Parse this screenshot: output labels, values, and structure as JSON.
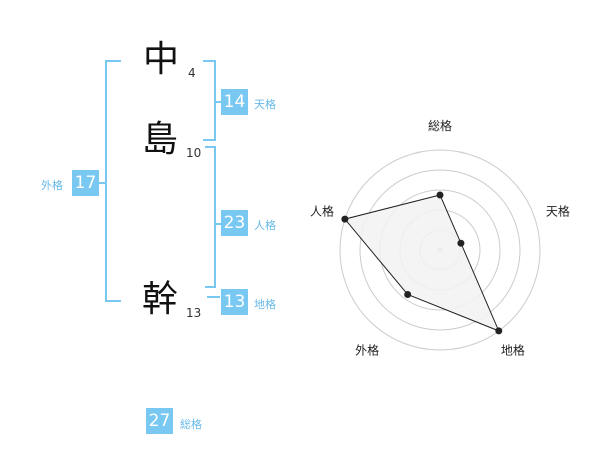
{
  "name": {
    "chars": [
      {
        "char": "中",
        "strokes": "4"
      },
      {
        "char": "島",
        "strokes": "10"
      },
      {
        "char": "幹",
        "strokes": "13"
      }
    ]
  },
  "fortune": {
    "tenkaku": {
      "value": "14",
      "label": "天格"
    },
    "jinkaku": {
      "value": "23",
      "label": "人格"
    },
    "chikaku": {
      "value": "13",
      "label": "地格"
    },
    "gaikaku": {
      "value": "17",
      "label": "外格"
    },
    "soukaku": {
      "value": "27",
      "label": "総格"
    }
  },
  "colors": {
    "accent": "#79c8f2",
    "label": "#67b9e8",
    "radar_fill": "#f2f2f2",
    "radar_line": "#222222",
    "grid": "#cccccc"
  },
  "chart_data": {
    "type": "radar",
    "axes": [
      "総格",
      "天格",
      "地格",
      "外格",
      "人格"
    ],
    "values": [
      0.55,
      0.22,
      1.0,
      0.55,
      1.0
    ],
    "rmax": 1.0,
    "grid_levels": 5
  }
}
